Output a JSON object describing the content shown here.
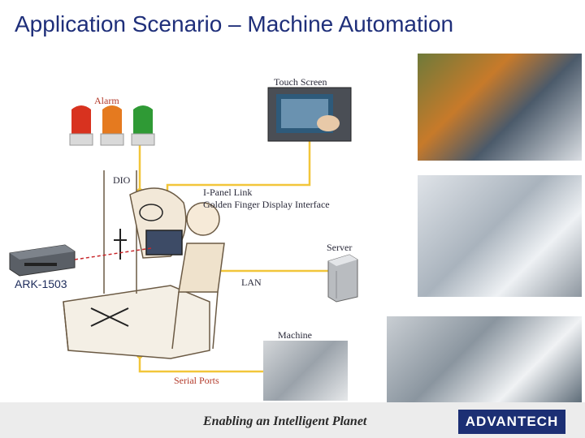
{
  "title": "Application Scenario – Machine Automation",
  "labels": {
    "touch_screen": "Touch Screen",
    "alarm": "Alarm",
    "dio": "DIO",
    "ipanel_line1": "I-Panel Link",
    "ipanel_line2": "Golden Finger Display Interface",
    "server": "Server",
    "lan": "LAN",
    "ark": "ARK-1503",
    "machine": "Machine",
    "serial": "Serial Ports"
  },
  "footer": {
    "tagline": "Enabling an Intelligent Planet",
    "logo": "ADVANTECH"
  },
  "colors": {
    "title": "#1f2f7a",
    "connector": "#f2c63a",
    "logo_bg": "#1c2f74",
    "alarm_red": "#d8321f",
    "alarm_orange": "#e57a1f",
    "alarm_green": "#2f9a35"
  }
}
